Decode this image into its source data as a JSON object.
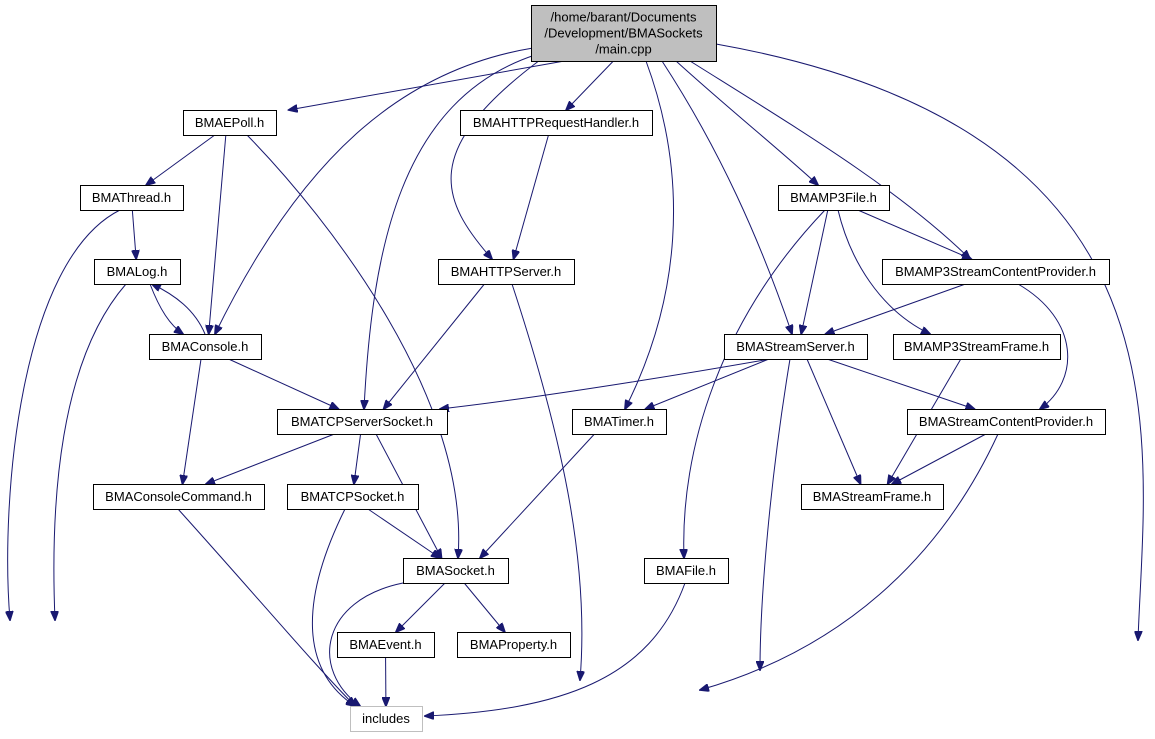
{
  "graph": {
    "edge_color": "#191970",
    "root_fill": "#bfbfbf",
    "nodes": [
      {
        "id": "main",
        "lines": [
          "/home/barant/Documents",
          "/Development/BMASockets",
          "/main.cpp"
        ],
        "style": "root"
      },
      {
        "id": "epoll",
        "lines": [
          "BMAEPoll.h"
        ]
      },
      {
        "id": "httpreq",
        "lines": [
          "BMAHTTPRequestHandler.h"
        ]
      },
      {
        "id": "thread",
        "lines": [
          "BMAThread.h"
        ]
      },
      {
        "id": "mp3file",
        "lines": [
          "BMAMP3File.h"
        ]
      },
      {
        "id": "log",
        "lines": [
          "BMALog.h"
        ]
      },
      {
        "id": "httpserver",
        "lines": [
          "BMAHTTPServer.h"
        ]
      },
      {
        "id": "mp3scp",
        "lines": [
          "BMAMP3StreamContentProvider.h"
        ]
      },
      {
        "id": "console",
        "lines": [
          "BMAConsole.h"
        ]
      },
      {
        "id": "streamserver",
        "lines": [
          "BMAStreamServer.h"
        ]
      },
      {
        "id": "mp3frame",
        "lines": [
          "BMAMP3StreamFrame.h"
        ]
      },
      {
        "id": "tcpserver",
        "lines": [
          "BMATCPServerSocket.h"
        ]
      },
      {
        "id": "timer",
        "lines": [
          "BMATimer.h"
        ]
      },
      {
        "id": "scp",
        "lines": [
          "BMAStreamContentProvider.h"
        ]
      },
      {
        "id": "concmd",
        "lines": [
          "BMAConsoleCommand.h"
        ]
      },
      {
        "id": "tcpsocket",
        "lines": [
          "BMATCPSocket.h"
        ]
      },
      {
        "id": "streamframe",
        "lines": [
          "BMAStreamFrame.h"
        ]
      },
      {
        "id": "socket",
        "lines": [
          "BMASocket.h"
        ]
      },
      {
        "id": "file",
        "lines": [
          "BMAFile.h"
        ]
      },
      {
        "id": "event",
        "lines": [
          "BMAEvent.h"
        ]
      },
      {
        "id": "property",
        "lines": [
          "BMAProperty.h"
        ]
      },
      {
        "id": "includes",
        "lines": [
          "includes"
        ],
        "style": "gray"
      }
    ],
    "edges": [
      [
        "main",
        "epoll"
      ],
      [
        "main",
        "httpreq"
      ],
      [
        "main",
        "console"
      ],
      [
        "main",
        "tcpserver"
      ],
      [
        "main",
        "httpserver"
      ],
      [
        "main",
        "timer"
      ],
      [
        "main",
        "streamserver"
      ],
      [
        "main",
        "mp3file"
      ],
      [
        "main",
        "mp3scp"
      ],
      [
        "main",
        "includes"
      ],
      [
        "epoll",
        "thread"
      ],
      [
        "epoll",
        "console"
      ],
      [
        "epoll",
        "socket"
      ],
      [
        "thread",
        "log"
      ],
      [
        "thread",
        "includes"
      ],
      [
        "log",
        "console"
      ],
      [
        "console",
        "log"
      ],
      [
        "log",
        "includes"
      ],
      [
        "console",
        "tcpserver"
      ],
      [
        "console",
        "concmd"
      ],
      [
        "httpreq",
        "httpserver"
      ],
      [
        "httpserver",
        "tcpserver"
      ],
      [
        "httpserver",
        "includes"
      ],
      [
        "tcpserver",
        "concmd"
      ],
      [
        "tcpserver",
        "tcpsocket"
      ],
      [
        "tcpserver",
        "socket"
      ],
      [
        "concmd",
        "includes"
      ],
      [
        "tcpsocket",
        "socket"
      ],
      [
        "tcpsocket",
        "includes"
      ],
      [
        "socket",
        "event"
      ],
      [
        "socket",
        "property"
      ],
      [
        "socket",
        "includes"
      ],
      [
        "event",
        "includes"
      ],
      [
        "timer",
        "socket"
      ],
      [
        "mp3file",
        "mp3scp"
      ],
      [
        "mp3file",
        "streamserver"
      ],
      [
        "mp3file",
        "mp3frame"
      ],
      [
        "mp3file",
        "file"
      ],
      [
        "mp3scp",
        "streamserver"
      ],
      [
        "mp3scp",
        "scp"
      ],
      [
        "streamserver",
        "tcpserver"
      ],
      [
        "streamserver",
        "timer"
      ],
      [
        "streamserver",
        "scp"
      ],
      [
        "streamserver",
        "streamframe"
      ],
      [
        "streamserver",
        "includes"
      ],
      [
        "mp3frame",
        "streamframe"
      ],
      [
        "scp",
        "streamframe"
      ],
      [
        "scp",
        "includes"
      ],
      [
        "file",
        "includes"
      ]
    ]
  }
}
